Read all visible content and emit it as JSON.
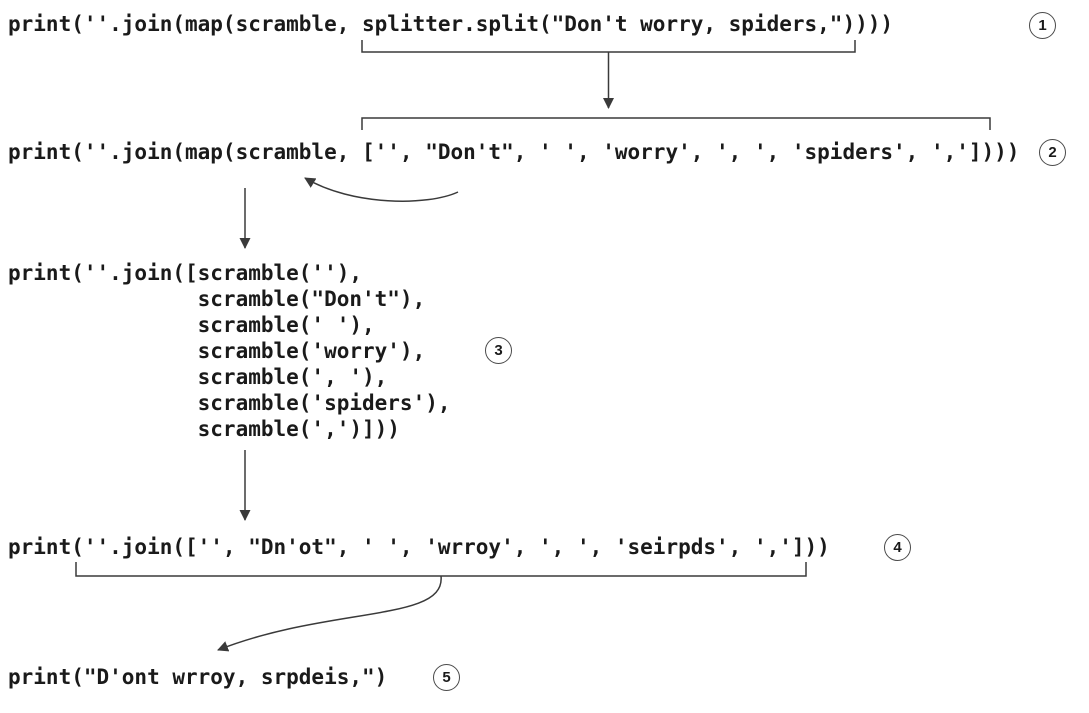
{
  "colors": {
    "text": "#1a1a1a",
    "line": "#3a3a3a",
    "badge_border": "#4a4a4a"
  },
  "steps": [
    {
      "badge": "1",
      "code": "print(''.join(map(scramble, splitter.split(\"Don't worry, spiders,\"))))"
    },
    {
      "badge": "2",
      "code": "print(''.join(map(scramble, ['', \"Don't\", ' ', 'worry', ', ', 'spiders', ','])))"
    },
    {
      "badge": "3",
      "code": "print(''.join([scramble(''),\n               scramble(\"Don't\"),\n               scramble(' '),\n               scramble('worry'),\n               scramble(', '),\n               scramble('spiders'),\n               scramble(',')]))"
    },
    {
      "badge": "4",
      "code": "print(''.join(['', \"Dn'ot\", ' ', 'wrroy', ', ', 'seirpds', ',']))"
    },
    {
      "badge": "5",
      "code": "print(\"D'ont wrroy, srpdeis,\")"
    }
  ]
}
